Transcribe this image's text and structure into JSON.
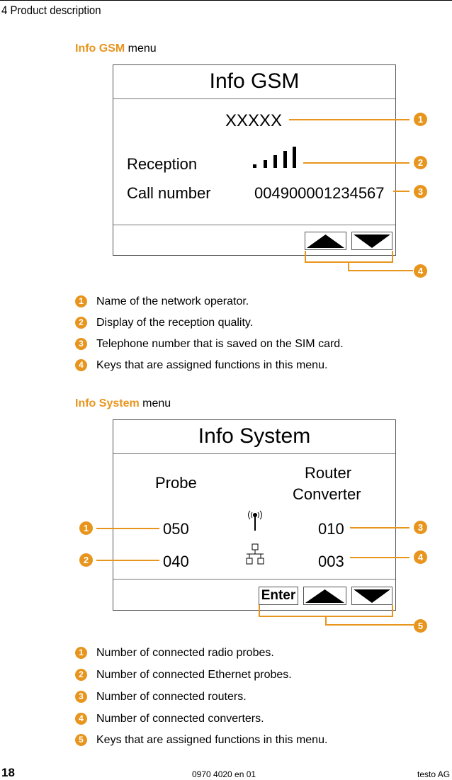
{
  "header": {
    "chapter": "4 Product description"
  },
  "gsm": {
    "section_name": "Info GSM",
    "section_suffix": " menu",
    "screen_title": "Info GSM",
    "operator": "XXXXX",
    "reception_label": "Reception",
    "call_number_label": "Call number",
    "call_number_value": "004900001234567",
    "badges": [
      "1",
      "2",
      "3",
      "4"
    ],
    "legend": [
      {
        "num": "1",
        "text": "Name of the network operator."
      },
      {
        "num": "2",
        "text": "Display of the reception quality."
      },
      {
        "num": "3",
        "text": "Telephone number that is saved on the SIM card."
      },
      {
        "num": "4",
        "text": "Keys that are assigned functions in this menu."
      }
    ]
  },
  "system": {
    "section_name": "Info System",
    "section_suffix": " menu",
    "screen_title": "Info System",
    "col1_header": "Probe",
    "col2_header_line1": "Router",
    "col2_header_line2": "Converter",
    "radio_probes": "050",
    "ethernet_probes": "040",
    "routers": "010",
    "converters": "003",
    "enter_label": "Enter",
    "badges": [
      "1",
      "2",
      "3",
      "4",
      "5"
    ],
    "legend": [
      {
        "num": "1",
        "text": "Number of connected radio probes."
      },
      {
        "num": "2",
        "text": "Number of connected Ethernet probes."
      },
      {
        "num": "3",
        "text": "Number of connected routers."
      },
      {
        "num": "4",
        "text": "Number of connected converters."
      },
      {
        "num": "5",
        "text": "Keys that are assigned functions in this menu."
      }
    ]
  },
  "footer": {
    "page_number": "18",
    "doc_id": "0970 4020 en 01",
    "brand": "testo AG"
  },
  "colors": {
    "accent": "#E8951E"
  }
}
